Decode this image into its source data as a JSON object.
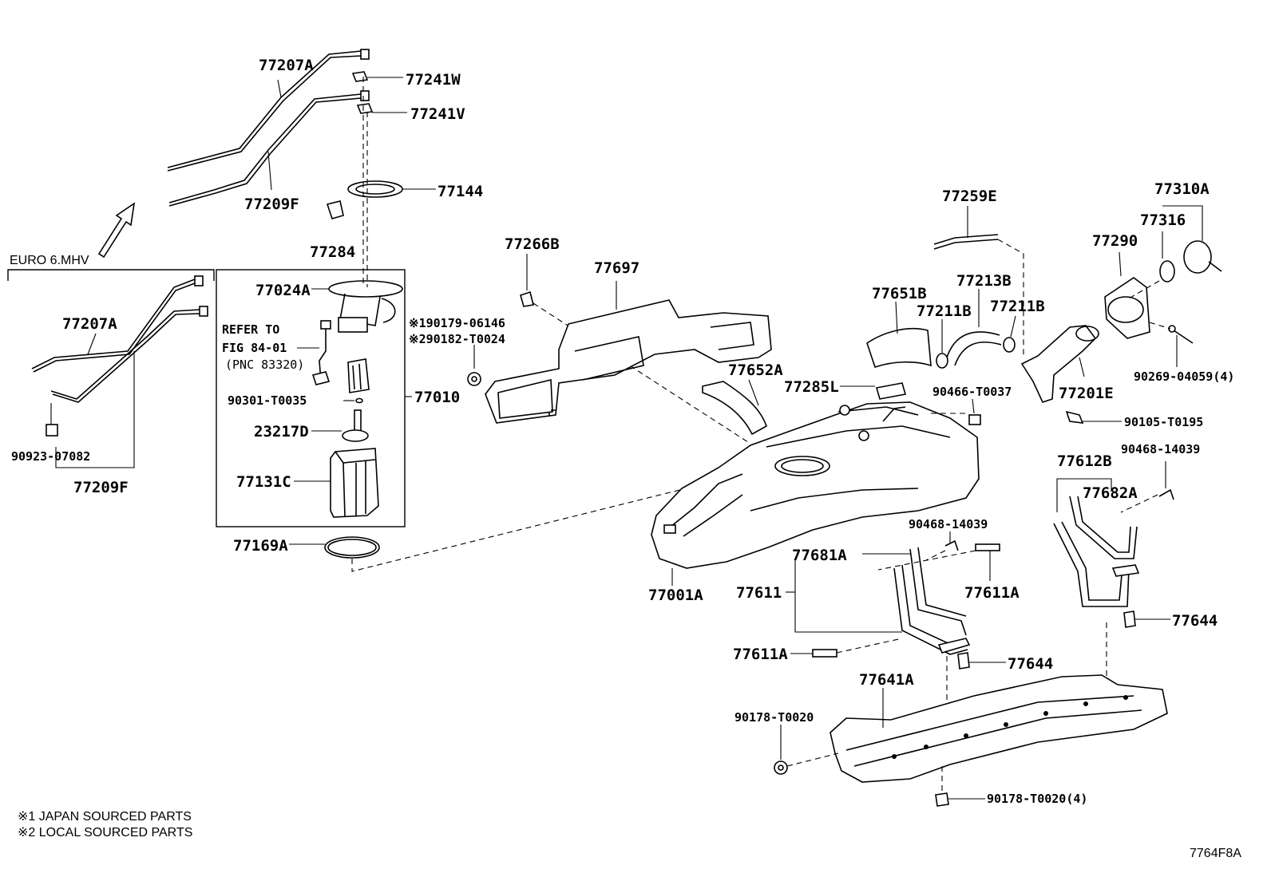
{
  "labels": {
    "p77207A_top": "77207A",
    "p77241W": "77241W",
    "p77241V": "77241V",
    "p77209F_top": "77209F",
    "p77144": "77144",
    "p77284": "77284",
    "euro": "EURO 6.MHV",
    "p77207A_left": "77207A",
    "p90923": "90923-07082",
    "p77209F_left": "77209F",
    "p77024A": "77024A",
    "refer1": "REFER TO",
    "refer2": "FIG 84-01",
    "refer3": "(PNC 83320)",
    "p90301": "90301-T0035",
    "p23217D": "23217D",
    "p77131C": "77131C",
    "p77169A": "77169A",
    "p77010": "77010",
    "p90179": "※190179-06146",
    "p90182": "※290182-T0024",
    "p77266B": "77266B",
    "p77697": "77697",
    "p77652A": "77652A",
    "p77651B": "77651B",
    "p77285L": "77285L",
    "p77259E": "77259E",
    "p77213B": "77213B",
    "p77211B_a": "77211B",
    "p77211B_b": "77211B",
    "p90466": "90466-T0037",
    "p77201E": "77201E",
    "p77290": "77290",
    "p77310A": "77310A",
    "p77316": "77316",
    "p90269": "90269-04059(4)",
    "p90105": "90105-T0195",
    "p90468_a": "90468-14039",
    "p77612B": "77612B",
    "p77682A": "77682A",
    "p90468_b": "90468-14039",
    "p77681A": "77681A",
    "p77611": "77611",
    "p77611A_a": "77611A",
    "p77644_a": "77644",
    "p77001A": "77001A",
    "p77611A_b": "77611A",
    "p77644_b": "77644",
    "p77641A": "77641A",
    "p90178_a": "90178-T0020",
    "p90178_b": "90178-T0020(4)",
    "note1": "※1 JAPAN SOURCED PARTS",
    "note2": "※2 LOCAL SOURCED PARTS",
    "figcode": "7764F8A"
  }
}
